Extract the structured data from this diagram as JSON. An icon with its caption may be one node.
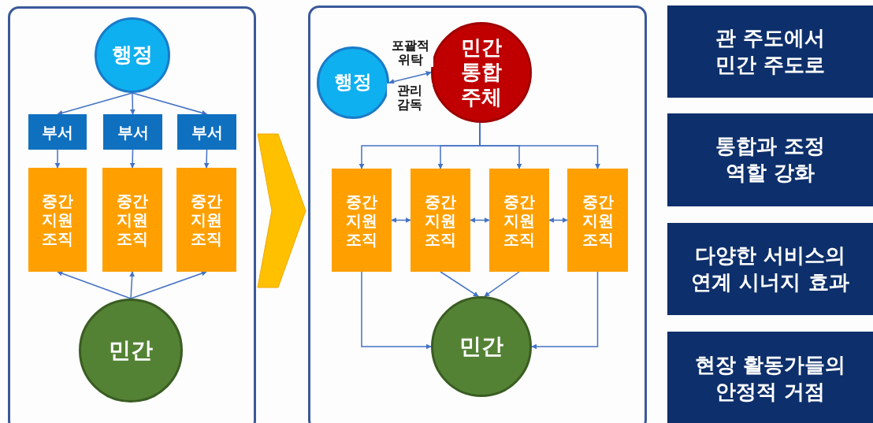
{
  "diagram": {
    "nodes": [
      {
        "text": [],
        "shape": "box"
      },
      {
        "text": [
          "행정"
        ],
        "in": 0
      },
      {
        "text": [
          "부서"
        ],
        "in": 0
      },
      {
        "text": [
          "부서"
        ],
        "in": 0
      },
      {
        "text": [
          "부서"
        ],
        "in": 0
      },
      {
        "text": [
          "중간 지원 조직"
        ],
        "in": 0
      },
      {
        "text": [
          "중간 지원 조직"
        ],
        "in": 0
      },
      {
        "text": [
          "중간 지원 조직"
        ],
        "in": 0
      },
      {
        "text": [
          "민간"
        ],
        "in": 0
      },
      {
        "text": [],
        "shape": "box"
      },
      {
        "text": [
          "행정"
        ],
        "in": 9
      },
      {
        "text": [
          "민간 통합 주체"
        ],
        "in": 9
      },
      {
        "text": [
          "중간 지원 조직"
        ],
        "in": 9
      },
      {
        "text": [
          "중간 지원 조직"
        ],
        "in": 9
      },
      {
        "text": [
          "중간 지원 조직"
        ],
        "in": 9
      },
      {
        "text": [
          "중간 지원 조직"
        ],
        "in": 9
      },
      {
        "text": [
          "민간"
        ],
        "in": 9
      },
      {
        "text": [
          "관 주도에서 민간 주도로"
        ]
      },
      {
        "text": [
          "통합과 조정 역할 강화"
        ]
      },
      {
        "text": [
          "다양한 서비스의 연계 시너지 효과"
        ]
      },
      {
        "text": [
          "현장 활동가들의 안정적 거점"
        ]
      }
    ],
    "edges": [
      {
        "from": 1,
        "to": 2,
        "arrow": "to"
      },
      {
        "from": 1,
        "to": 3,
        "arrow": "to"
      },
      {
        "from": 1,
        "to": 4,
        "arrow": "to"
      },
      {
        "from": 2,
        "to": 5,
        "arrow": "to"
      },
      {
        "from": 3,
        "to": 6,
        "arrow": "to"
      },
      {
        "from": 4,
        "to": 7,
        "arrow": "to"
      },
      {
        "from": 8,
        "to": 5,
        "arrow": "to"
      },
      {
        "from": 8,
        "to": 6,
        "arrow": "to"
      },
      {
        "from": 8,
        "to": 7,
        "arrow": "to"
      },
      {
        "from": 0,
        "to": 9,
        "arrow": "to",
        "style": "thick",
        "color": "#ffc000"
      },
      {
        "from": 10,
        "to": 11,
        "arrow": "both",
        "label": "포괄적 위탁"
      },
      {
        "from": 11,
        "to": 12,
        "arrow": "to"
      },
      {
        "from": 11,
        "to": 13,
        "arrow": "to"
      },
      {
        "from": 11,
        "to": 14,
        "arrow": "to"
      },
      {
        "from": 11,
        "to": 15,
        "arrow": "to"
      },
      {
        "from": 12,
        "to": 13,
        "arrow": "both"
      },
      {
        "from": 13,
        "to": 14,
        "arrow": "both"
      },
      {
        "from": 14,
        "to": 15,
        "arrow": "both"
      },
      {
        "from": 12,
        "to": 16,
        "arrow": "to"
      },
      {
        "from": 13,
        "to": 16,
        "arrow": "to"
      },
      {
        "from": 14,
        "to": 16,
        "arrow": "to"
      },
      {
        "from": 15,
        "to": 16,
        "arrow": "to"
      }
    ],
    "labels": [
      "관리 감독"
    ]
  }
}
